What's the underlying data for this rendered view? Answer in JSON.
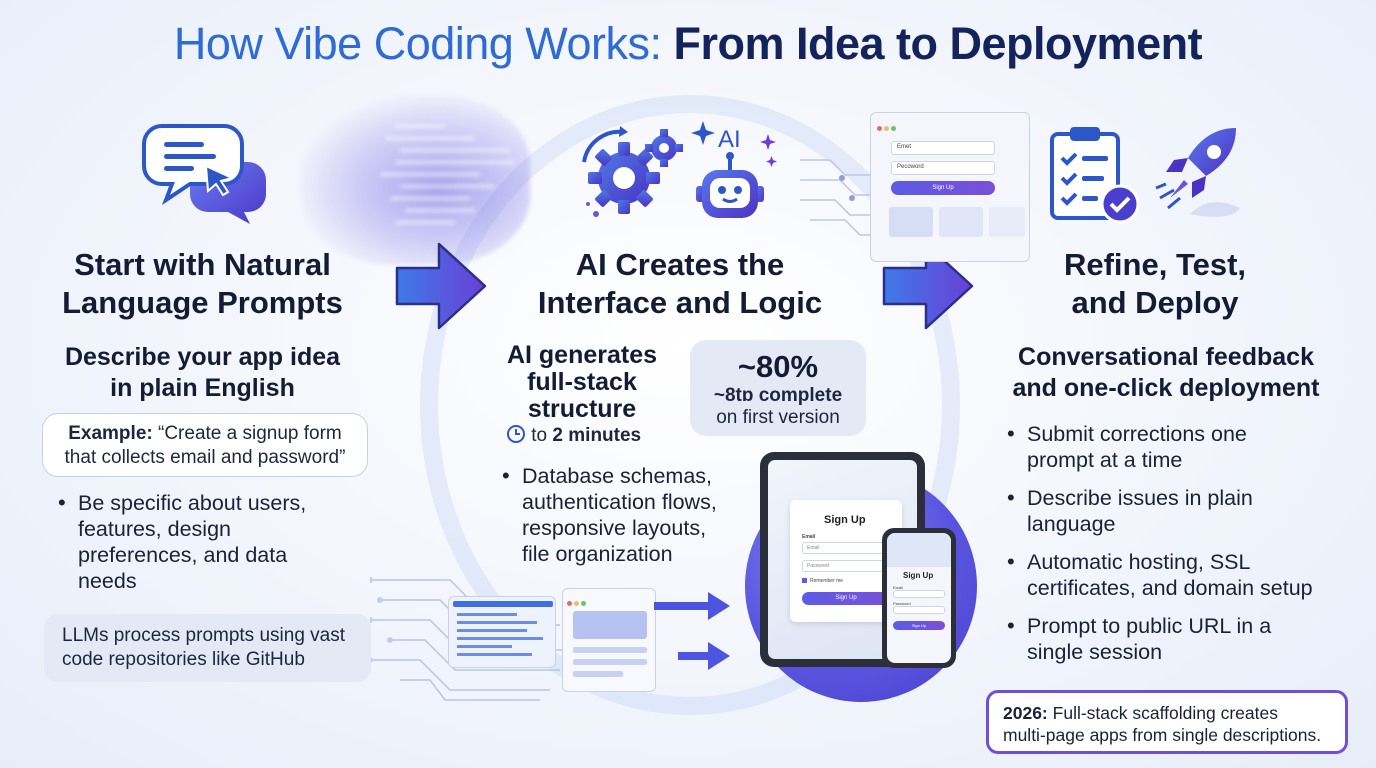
{
  "title": {
    "part1": "How Vibe Coding Works:",
    "part2": "From Idea to Deployment"
  },
  "col1": {
    "heading_line1": "Start with Natural",
    "heading_line2": "Language Prompts",
    "sub_line1": "Describe your app idea",
    "sub_line2": "in plain English",
    "example_label": "Example:",
    "example_text_1": "“Create a signup form",
    "example_text_2": "that collects email and password”",
    "bullets": [
      "Be specific about users,",
      "features, design",
      "preferences, and data",
      "needs"
    ],
    "note_line1": "LLMs process prompts using vast",
    "note_line2": "code repositories like GitHub"
  },
  "col2": {
    "heading_line1": "AI Creates the",
    "heading_line2": "Interface and Logic",
    "sub_line1": "AI generates",
    "sub_line2": "full-stack",
    "sub_line3": "structure",
    "time_prefix": "to",
    "time_value": "2 minutes",
    "stat_big": "~80%",
    "stat_line1": "~8tɒ complete",
    "stat_line2": "on first version",
    "bullets": [
      "Database schemas,",
      "authentication flows,",
      "responsive layouts,",
      "file organization"
    ],
    "ai_badge": "AI"
  },
  "col3": {
    "heading_line1": "Refine, Test,",
    "heading_line2": "and Deploy",
    "sub_line1": "Conversational feedback",
    "sub_line2": "and one-click deployment",
    "bullets": [
      [
        "Submit corrections one",
        "prompt at a time"
      ],
      [
        "Describe issues in plain",
        "language"
      ],
      [
        "Automatic hosting, SSL",
        "certificates, and domain setup"
      ],
      [
        "Prompt to public URL in a",
        "single session"
      ]
    ],
    "footer_label": "2026:",
    "footer_line1": "Full-stack scaffolding creates",
    "footer_line2": "multi-page apps from single descriptions."
  },
  "mockups": {
    "browser_email": "Emet",
    "browser_password": "Pecoword",
    "browser_button": "Sign Up",
    "tablet_title": "Sign Up",
    "tablet_email_label": "Email",
    "tablet_email_ph": "Email",
    "tablet_password_ph": "Password",
    "tablet_remember": "Remember me",
    "tablet_button": "Sign Up",
    "phone_title": "Sign Up",
    "phone_email_label": "Email",
    "phone_password_label": "Password",
    "phone_button": "Sign Up"
  },
  "icons": [
    "chat-bubble-cursor-icon",
    "gears-icon",
    "robot-icon",
    "sparkle-icon",
    "clipboard-checklist-icon",
    "rocket-icon",
    "clock-icon",
    "arrow-right-icon"
  ],
  "colors": {
    "title_blue": "#2e6bd4",
    "title_navy": "#13245c",
    "accent_purple": "#6f4fd8",
    "accent_blue": "#3f5ee0"
  }
}
